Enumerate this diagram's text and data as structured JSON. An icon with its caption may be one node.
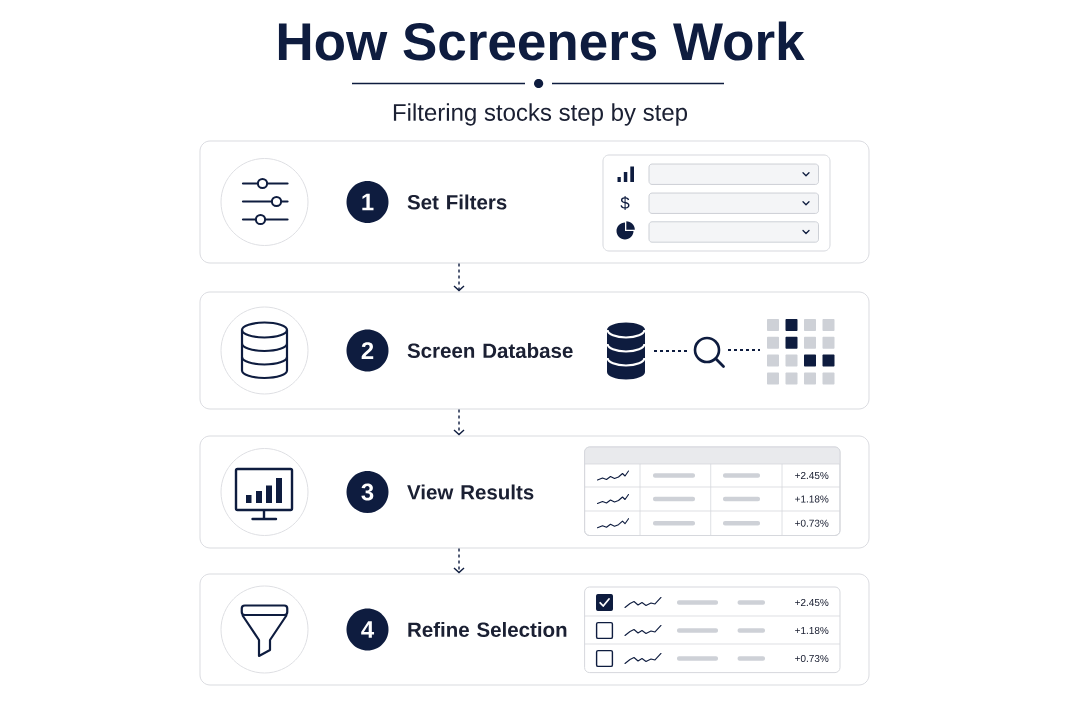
{
  "diagram": {
    "title": "How Screeners Work",
    "nodes": [
      {
        "text": [
          "Set Filters"
        ]
      },
      {
        "text": [
          "1"
        ],
        "in": 0
      },
      {
        "text": [
          "Screen Database"
        ]
      },
      {
        "text": [
          "2"
        ],
        "in": 2
      },
      {
        "text": [],
        "shape": "cylinder",
        "in": 2
      },
      {
        "text": [],
        "shape": "circle",
        "in": 2
      },
      {
        "text": [],
        "shape": "picture",
        "in": 2
      },
      {
        "text": [
          "View Results"
        ]
      },
      {
        "text": [
          "3"
        ],
        "in": 7
      },
      {
        "text": [
          "Refine Selection"
        ]
      },
      {
        "text": [
          "4"
        ],
        "in": 9
      }
    ],
    "edges": [
      {
        "from": 0,
        "to": 2,
        "arrow": "to",
        "style": "dashed"
      },
      {
        "from": 4,
        "to": 5,
        "arrow": "none",
        "style": "dashed"
      },
      {
        "from": 5,
        "to": 6,
        "arrow": "none",
        "style": "dashed"
      },
      {
        "from": 2,
        "to": 7,
        "arrow": "to",
        "style": "dashed"
      },
      {
        "from": 7,
        "to": 9,
        "arrow": "to",
        "style": "dashed"
      }
    ],
    "labels": [
      "Filtering stocks step by step",
      "$",
      "+2.45%",
      "+1.18%",
      "+0.73%",
      "+2.45%",
      "+1.18%",
      "+0.73%"
    ]
  }
}
